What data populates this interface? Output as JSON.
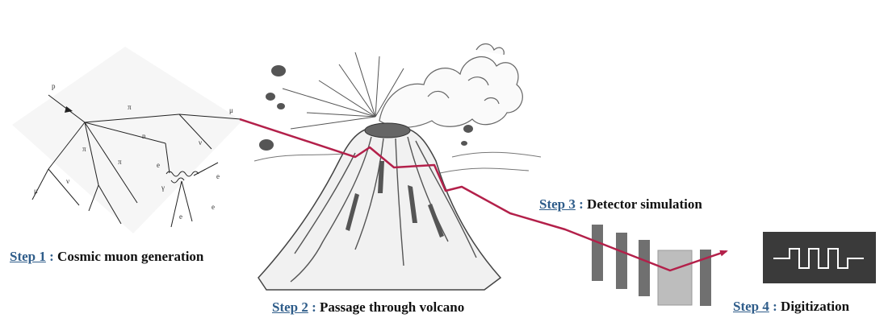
{
  "steps": [
    {
      "link": "Step 1",
      "sep": " : ",
      "text": "Cosmic muon generation"
    },
    {
      "link": "Step 2",
      "sep": " : ",
      "text": "Passage through volcano"
    },
    {
      "link": "Step 3",
      "sep": " : ",
      "text": "Detector simulation"
    },
    {
      "link": "Step 4",
      "sep": " : ",
      "text": "Digitization"
    }
  ],
  "shower_particles": [
    "p",
    "π",
    "μ",
    "n",
    "ν",
    "π",
    "π",
    "μ",
    "ν",
    "e",
    "e",
    "e",
    "e",
    "γ"
  ],
  "colors": {
    "muon_track": "#b3204a",
    "link_blue": "#2f5d8a",
    "detector_plane": "#707070",
    "calorimeter": "#bdbdbd",
    "digitizer_bg": "#3a3a3a",
    "waveform": "#ffffff"
  }
}
